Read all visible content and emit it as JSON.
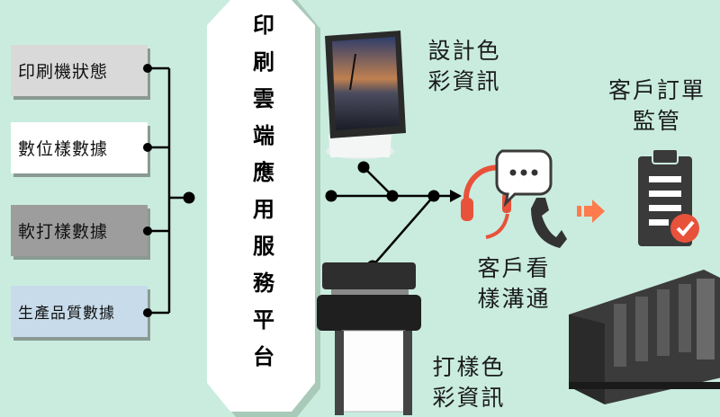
{
  "inputs": [
    {
      "label": "印刷機狀態",
      "color": "#d9d9d9"
    },
    {
      "label": "數位樣數據",
      "color": "#ffffff"
    },
    {
      "label": "軟打樣數據",
      "color": "#9d9d9d"
    },
    {
      "label": "生產品質數據",
      "color": "#c7dbea"
    }
  ],
  "platform": "印刷雲端應用服務平台",
  "design_label": "設計色彩資訊",
  "proof_label": "打樣色彩資訊",
  "customer_label": "客戶看樣溝通",
  "order_label": "客戶訂單監管",
  "colors": {
    "background": "#c9ecdf",
    "line": "#000000",
    "arrow": "#ff7a4d",
    "check": "#e8523a"
  }
}
